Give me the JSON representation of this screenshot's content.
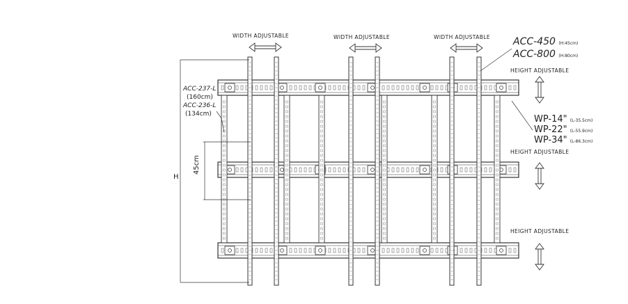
{
  "width_label": "WIDTH ADJUSTABLE",
  "height_label": "HEIGHT ADJUSTABLE",
  "acc_450": {
    "name": "ACC-450",
    "size": "(H:45cm)"
  },
  "acc_800": {
    "name": "ACC-800",
    "size": "(H:80cm)"
  },
  "wp_14": {
    "name": "WP-14\"",
    "size": "(L-35.5cm)"
  },
  "wp_22": {
    "name": "WP-22\"",
    "size": "(L-55.9cm)"
  },
  "wp_34": {
    "name": "WP-34\"",
    "size": "(L-86.3cm)"
  },
  "acc_237": {
    "name": "ACC-237-L",
    "size": "(160cm)"
  },
  "acc_236": {
    "name": "ACC-236-L",
    "size": "(134cm)"
  },
  "dim_45": "45cm",
  "dim_h": "H"
}
